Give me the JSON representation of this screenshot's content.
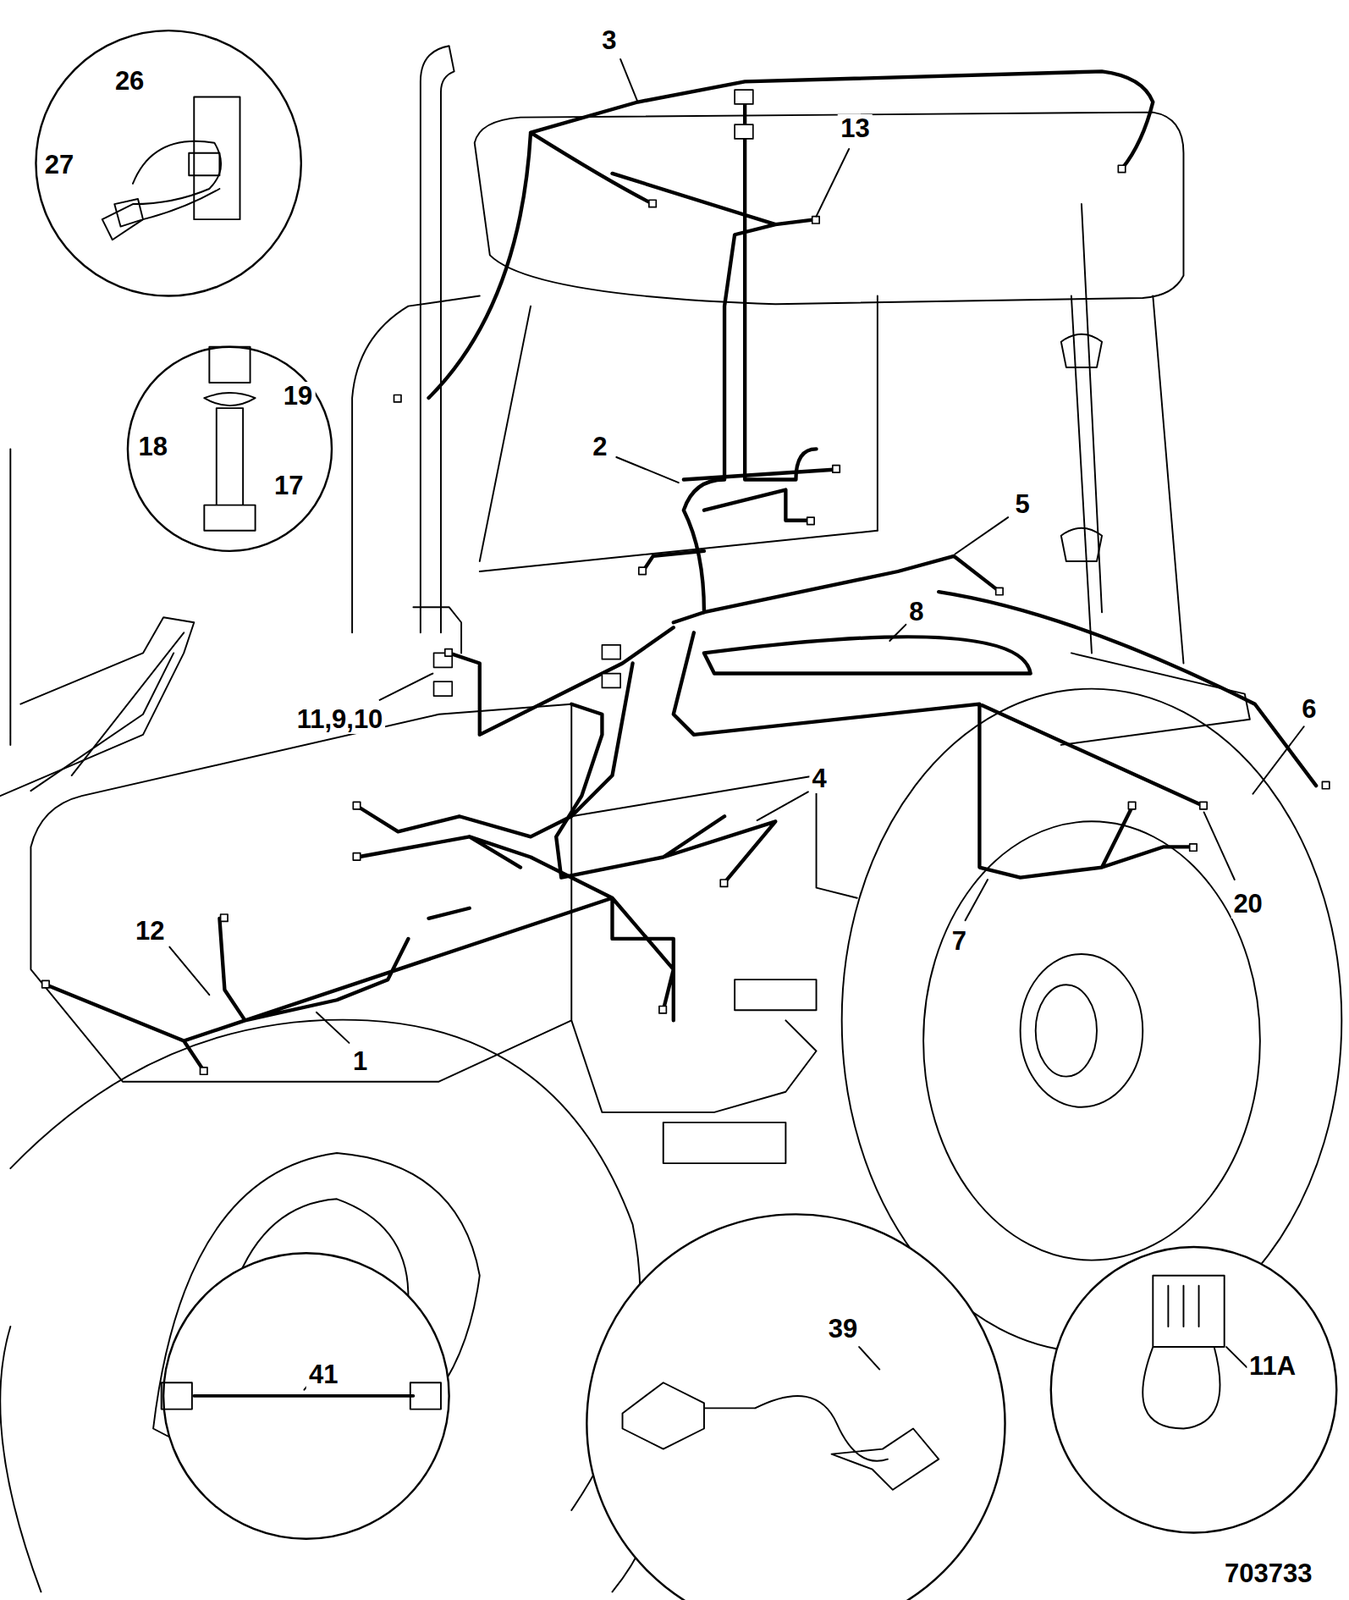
{
  "diagram": {
    "labels": [
      "26",
      "3",
      "13",
      "27",
      "19",
      "18",
      "17",
      "2",
      "5",
      "8",
      "6",
      "11,9,10",
      "4",
      "20",
      "12",
      "7",
      "1",
      "41",
      "39",
      "11A",
      "703733"
    ]
  }
}
